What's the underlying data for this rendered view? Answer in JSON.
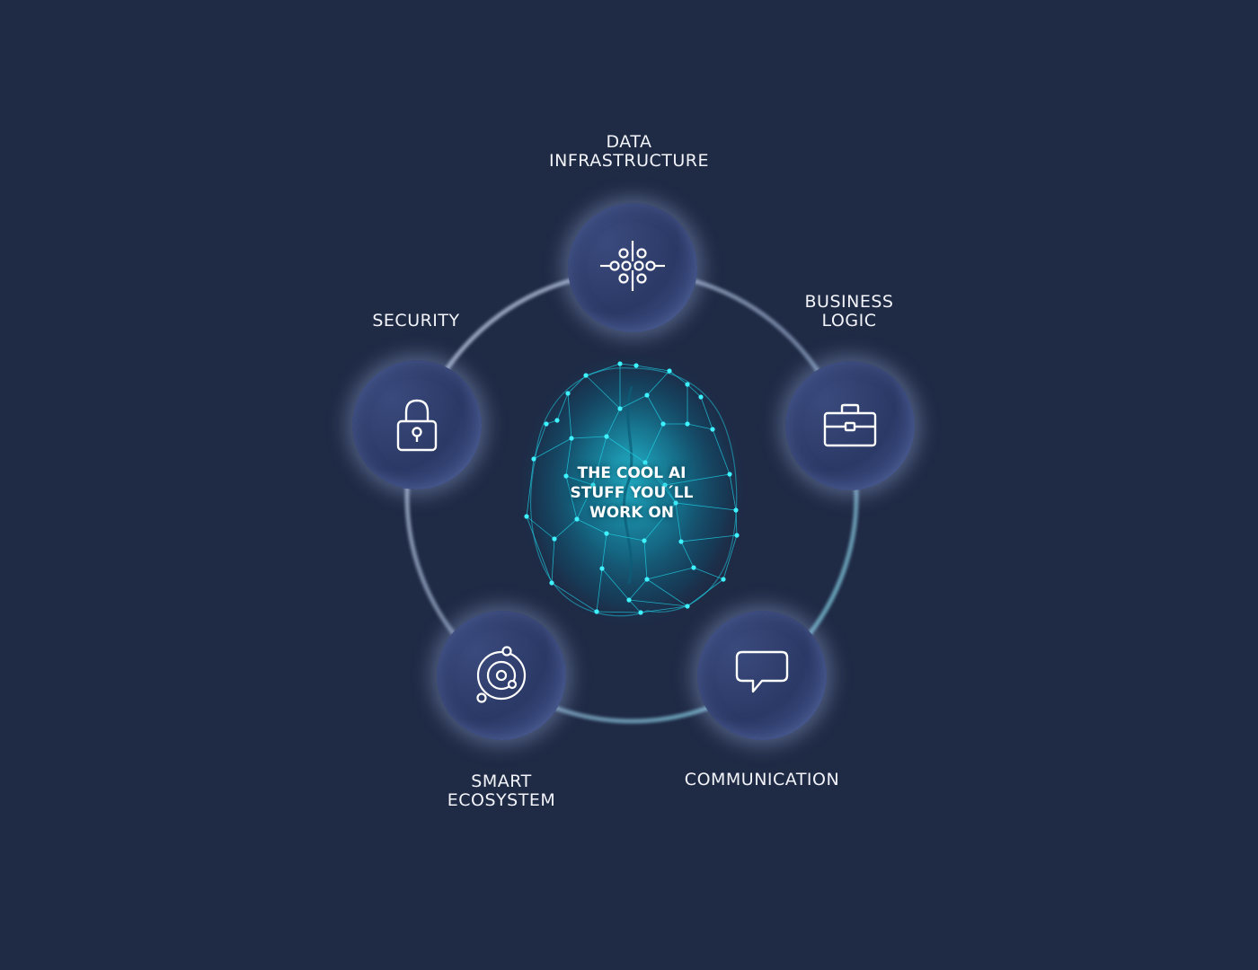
{
  "center": {
    "title_lines": [
      "THE COOL AI",
      "STUFF YOU´LL",
      "WORK ON"
    ]
  },
  "nodes": {
    "data_infrastructure": {
      "label_lines": [
        "DATA",
        "INFRASTRUCTURE"
      ],
      "icon": "data-grid-icon"
    },
    "business_logic": {
      "label_lines": [
        "BUSINESS",
        "LOGIC"
      ],
      "icon": "briefcase-icon"
    },
    "communication": {
      "label_lines": [
        "COMMUNICATION"
      ],
      "icon": "speech-bubble-icon"
    },
    "smart_ecosystem": {
      "label_lines": [
        "SMART",
        "ECOSYSTEM"
      ],
      "icon": "orbit-icon"
    },
    "security": {
      "label_lines": [
        "SECURITY"
      ],
      "icon": "padlock-icon"
    }
  },
  "colors": {
    "background": "#1f2a45",
    "node_fill": "#2b3966",
    "network_accent": "#19d3e6",
    "text": "#f2f4fa"
  }
}
